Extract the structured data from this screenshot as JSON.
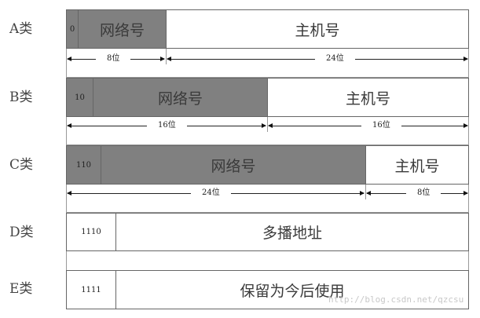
{
  "classes": [
    {
      "label": "A类",
      "prefix": "0",
      "network": "网络号",
      "host": "主机号",
      "bits": {
        "network": "8位",
        "host": "24位"
      }
    },
    {
      "label": "B类",
      "prefix": "10",
      "network": "网络号",
      "host": "主机号",
      "bits": {
        "network": "16位",
        "host": "16位"
      }
    },
    {
      "label": "C类",
      "prefix": "110",
      "network": "网络号",
      "host": "主机号",
      "bits": {
        "network": "24位",
        "host": "8位"
      }
    },
    {
      "label": "D类",
      "prefix": "1110",
      "content": "多播地址"
    },
    {
      "label": "E类",
      "prefix": "1111",
      "content": "保留为今后使用"
    }
  ],
  "watermark": "http://blog.csdn.net/qzcsu",
  "colors": {
    "network_fill": "#808080",
    "host_fill": "#ffffff",
    "border": "#666666"
  }
}
